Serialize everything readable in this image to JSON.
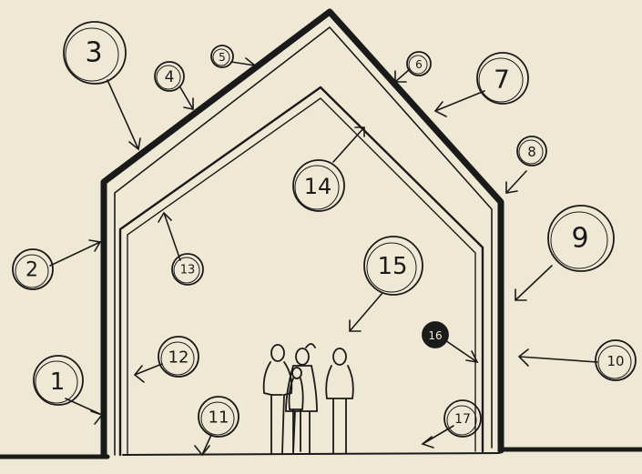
{
  "diagram": {
    "colors": {
      "background": "#efe8d4",
      "ink": "#1a1a1a"
    },
    "callouts": [
      {
        "label": "1"
      },
      {
        "label": "2"
      },
      {
        "label": "3"
      },
      {
        "label": "4"
      },
      {
        "label": "5"
      },
      {
        "label": "6"
      },
      {
        "label": "7"
      },
      {
        "label": "8"
      },
      {
        "label": "9"
      },
      {
        "label": "10"
      },
      {
        "label": "11"
      },
      {
        "label": "12"
      },
      {
        "label": "13"
      },
      {
        "label": "14"
      },
      {
        "label": "15"
      },
      {
        "label": "16"
      },
      {
        "label": "17"
      }
    ],
    "figures": [
      "person",
      "person",
      "person",
      "person"
    ]
  }
}
